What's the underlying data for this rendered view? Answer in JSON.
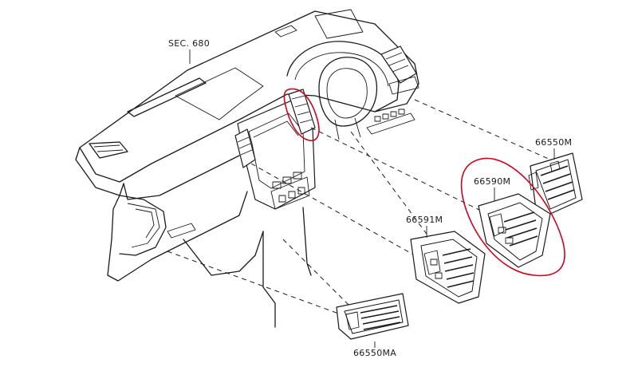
{
  "labels": {
    "sec": "SEC. 680",
    "part_66550M": "66550M",
    "part_66590M": "66590M",
    "part_66591M": "66591M",
    "part_66550MA": "66550MA"
  },
  "colors": {
    "line": "#1a1a1a",
    "highlight": "#d0021b",
    "background": "#ffffff"
  }
}
